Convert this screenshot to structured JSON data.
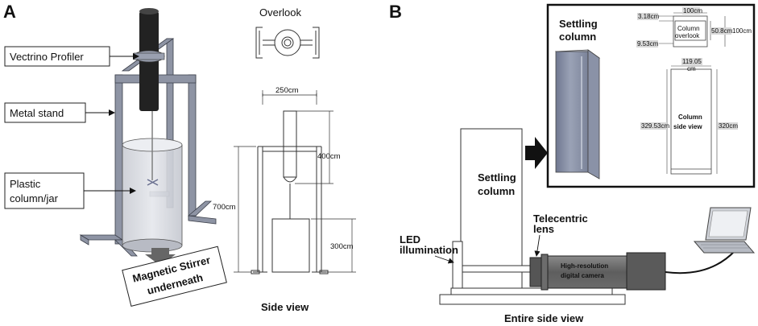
{
  "panel_a": {
    "letter": "A",
    "labels": {
      "vectrino": "Vectrino Profiler",
      "stand": "Metal stand",
      "column_l1": "Plastic",
      "column_l2": "column/jar",
      "stirrer_l1": "Magnetic Stirrer",
      "stirrer_l2": "underneath"
    },
    "overlook_title": "Overlook",
    "side_view_title": "Side view",
    "dimensions": {
      "width": "250cm",
      "upper": "400cm",
      "total": "700cm",
      "lower": "300cm"
    }
  },
  "panel_b": {
    "letter": "B",
    "labels": {
      "column_l1": "Settling",
      "column_l2": "column",
      "led_l1": "LED",
      "led_l2": "illumination",
      "lens_l1": "Telecentric",
      "lens_l2": "lens",
      "camera_l1": "High-resolution",
      "camera_l2": "digital camera"
    },
    "entire_side_view_title": "Entire side view",
    "inset": {
      "title_l1": "Settling",
      "title_l2": "column",
      "overlook_l1": "Column",
      "overlook_l2": "overlook",
      "sideview_l1": "Column",
      "sideview_l2": "side view",
      "dims": {
        "top_width": "100cm",
        "wall": "3.18cm",
        "inner_depth": "50.8cm",
        "outer_depth": "100cm",
        "offset": "9.53cm",
        "side_width_l1": "119.05",
        "side_width_l2": "cm",
        "inner_height": "329.53cm",
        "outer_height": "320cm"
      }
    }
  },
  "colors": {
    "rod": "#222222",
    "stand": "#8a90a0",
    "jar_fill": "#d7d9df",
    "camera": "#6e6e6e",
    "lens": "#555555"
  }
}
